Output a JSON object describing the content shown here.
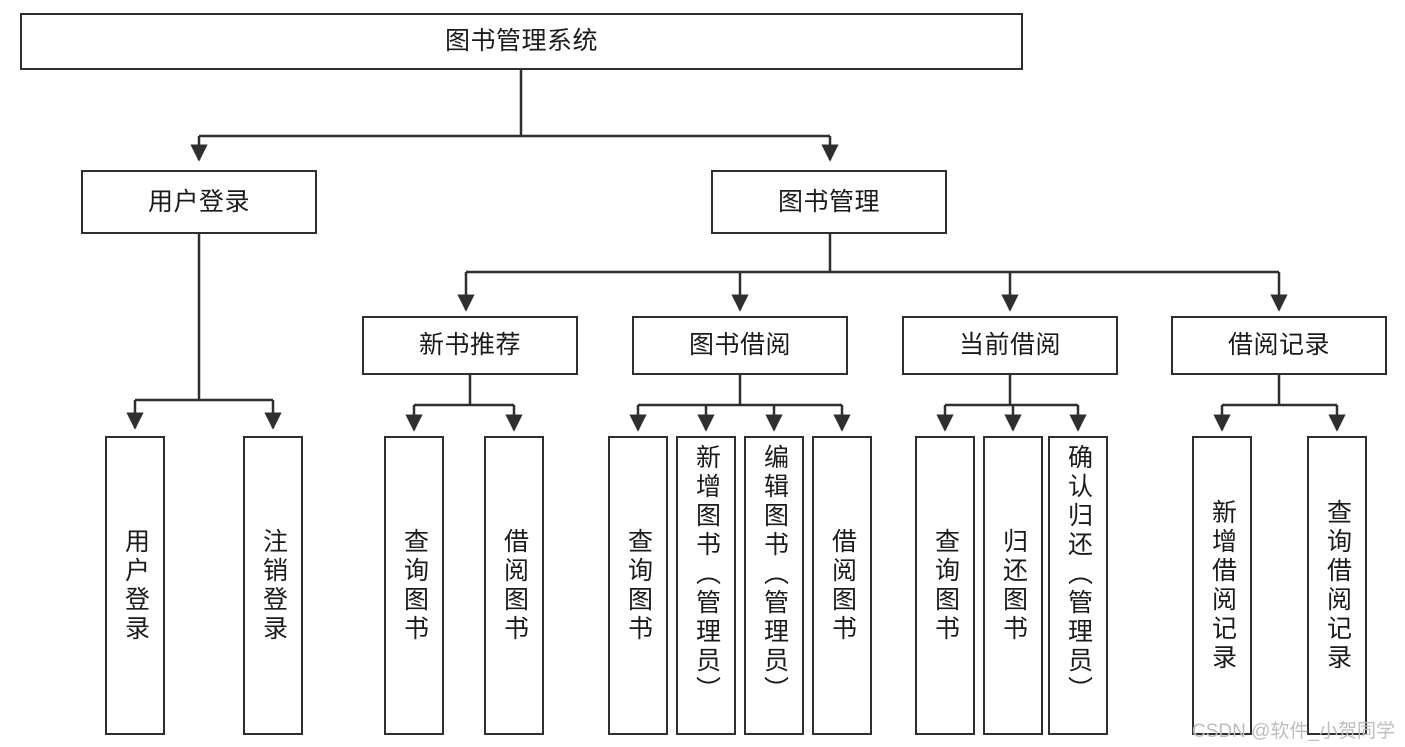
{
  "diagram": {
    "type": "tree",
    "title": "图书管理系统",
    "watermark": "CSDN @软件_小贺同学",
    "colors": {
      "node_border": "#2f2f2f",
      "node_fill": "#ffffff",
      "edge": "#2f2f2f",
      "text": "#1b1b1b",
      "watermark": "#bdbdbd"
    },
    "nodes": [
      {
        "id": "root",
        "label": "图书管理系统",
        "level": 0,
        "orientation": "horizontal"
      },
      {
        "id": "login",
        "label": "用户登录",
        "level": 1,
        "orientation": "horizontal"
      },
      {
        "id": "bookmgmt",
        "label": "图书管理",
        "level": 1,
        "orientation": "horizontal"
      },
      {
        "id": "newbook",
        "label": "新书推荐",
        "level": 2,
        "orientation": "horizontal"
      },
      {
        "id": "borrow",
        "label": "图书借阅",
        "level": 2,
        "orientation": "horizontal"
      },
      {
        "id": "current",
        "label": "当前借阅",
        "level": 2,
        "orientation": "horizontal"
      },
      {
        "id": "records",
        "label": "借阅记录",
        "level": 2,
        "orientation": "horizontal"
      },
      {
        "id": "login-in",
        "label": "用户登录",
        "level": 3,
        "orientation": "vertical",
        "parent": "login"
      },
      {
        "id": "login-out",
        "label": "注销登录",
        "level": 3,
        "orientation": "vertical",
        "parent": "login"
      },
      {
        "id": "new-query",
        "label": "查询图书",
        "level": 3,
        "orientation": "vertical",
        "parent": "newbook"
      },
      {
        "id": "new-borrow",
        "label": "借阅图书",
        "level": 3,
        "orientation": "vertical",
        "parent": "newbook"
      },
      {
        "id": "bor-query",
        "label": "查询图书",
        "level": 3,
        "orientation": "vertical",
        "parent": "borrow"
      },
      {
        "id": "bor-add",
        "label": "新增图书（管理员）",
        "level": 3,
        "orientation": "vertical",
        "parent": "borrow"
      },
      {
        "id": "bor-edit",
        "label": "编辑图书（管理员）",
        "level": 3,
        "orientation": "vertical",
        "parent": "borrow"
      },
      {
        "id": "bor-lend",
        "label": "借阅图书",
        "level": 3,
        "orientation": "vertical",
        "parent": "borrow"
      },
      {
        "id": "cur-query",
        "label": "查询图书",
        "level": 3,
        "orientation": "vertical",
        "parent": "current"
      },
      {
        "id": "cur-return",
        "label": "归还图书",
        "level": 3,
        "orientation": "vertical",
        "parent": "current"
      },
      {
        "id": "cur-confirm",
        "label": "确认归还（管理员）",
        "level": 3,
        "orientation": "vertical",
        "parent": "current"
      },
      {
        "id": "rec-add",
        "label": "新增借阅记录",
        "level": 3,
        "orientation": "vertical",
        "parent": "records"
      },
      {
        "id": "rec-query",
        "label": "查询借阅记录",
        "level": 3,
        "orientation": "vertical",
        "parent": "records"
      }
    ],
    "edges": [
      {
        "from": "root",
        "to": "login"
      },
      {
        "from": "root",
        "to": "bookmgmt"
      },
      {
        "from": "login",
        "to": "login-in"
      },
      {
        "from": "login",
        "to": "login-out"
      },
      {
        "from": "bookmgmt",
        "to": "newbook"
      },
      {
        "from": "bookmgmt",
        "to": "borrow"
      },
      {
        "from": "bookmgmt",
        "to": "current"
      },
      {
        "from": "bookmgmt",
        "to": "records"
      },
      {
        "from": "newbook",
        "to": "new-query"
      },
      {
        "from": "newbook",
        "to": "new-borrow"
      },
      {
        "from": "borrow",
        "to": "bor-query"
      },
      {
        "from": "borrow",
        "to": "bor-add"
      },
      {
        "from": "borrow",
        "to": "bor-edit"
      },
      {
        "from": "borrow",
        "to": "bor-lend"
      },
      {
        "from": "current",
        "to": "cur-query"
      },
      {
        "from": "current",
        "to": "cur-return"
      },
      {
        "from": "current",
        "to": "cur-confirm"
      },
      {
        "from": "records",
        "to": "rec-add"
      },
      {
        "from": "records",
        "to": "rec-query"
      }
    ]
  }
}
